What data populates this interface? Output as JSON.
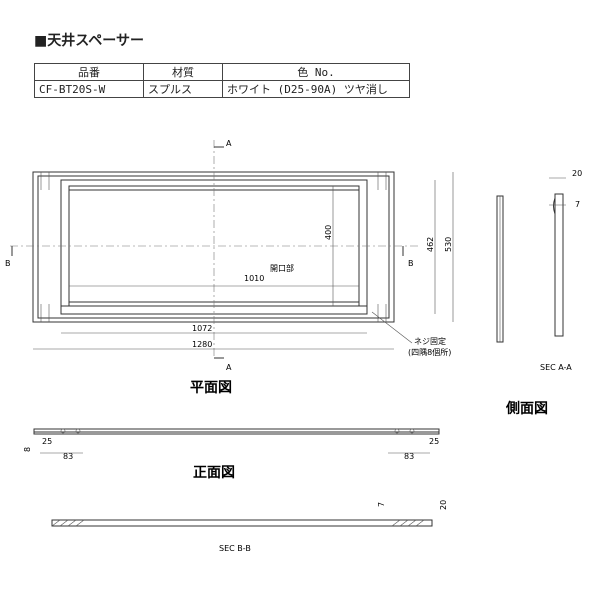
{
  "title": "■天井スペーサー",
  "table": {
    "headers": [
      "品番",
      "材質",
      "色 No."
    ],
    "row": [
      "CF-BT20S-W",
      "スプルス",
      "ホワイト (D25-90A) ツヤ消し"
    ]
  },
  "labels": {
    "plan_view": "平面図",
    "side_view": "側面図",
    "front_view": "正面図",
    "sec_aa": "SEC A-A",
    "sec_bb": "SEC B-B",
    "section_a": "A",
    "section_b": "B",
    "opening": "開口部",
    "screw_note_1": "ネジ固定",
    "screw_note_2": "(四隅8個所)"
  },
  "dimensions": {
    "opening_width": "1010",
    "inner_width": "1072",
    "outer_width": "1280",
    "opening_height": "400",
    "inner_height": "462",
    "outer_height": "530",
    "side_thickness": "20",
    "side_step": "7",
    "front_offset": "25",
    "front_hole": "83",
    "front_height": "8",
    "secbb_step": "7",
    "secbb_thickness": "20"
  }
}
